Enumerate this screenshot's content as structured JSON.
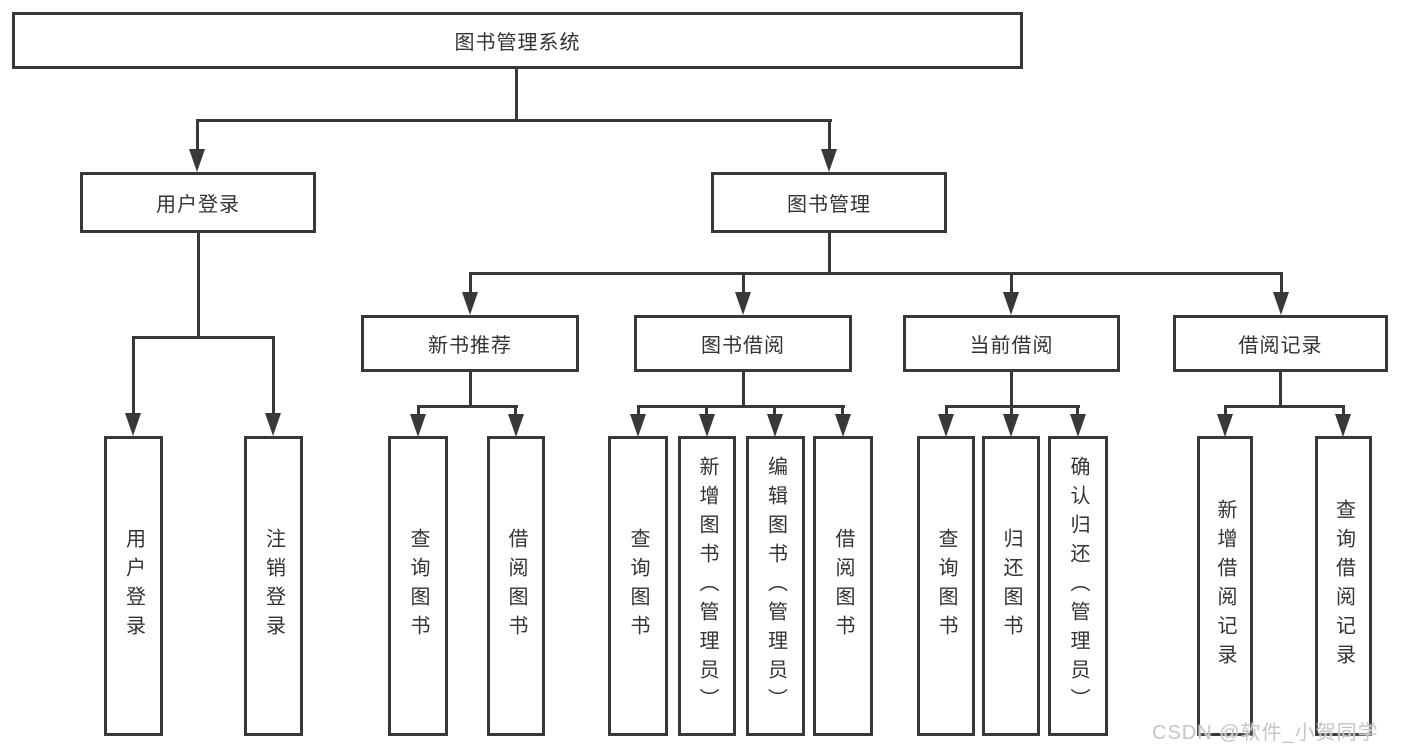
{
  "diagram": {
    "title": "图书管理系统",
    "level2": [
      {
        "id": "user-login",
        "label": "用户登录"
      },
      {
        "id": "book-management",
        "label": "图书管理"
      }
    ],
    "level3": [
      {
        "id": "new-book-recommendation",
        "label": "新书推荐"
      },
      {
        "id": "book-borrowing",
        "label": "图书借阅"
      },
      {
        "id": "current-borrowing",
        "label": "当前借阅"
      },
      {
        "id": "borrowing-records",
        "label": "借阅记录"
      }
    ],
    "leaves": {
      "user_login": [
        "用户登录",
        "注销登录"
      ],
      "new_book_recommendation": [
        "查询图书",
        "借阅图书"
      ],
      "book_borrowing": [
        "查询图书",
        "新增图书（管理员）",
        "编辑图书（管理员）",
        "借阅图书"
      ],
      "current_borrowing": [
        "查询图书",
        "归还图书",
        "确认归还（管理员）"
      ],
      "borrowing_records": [
        "新增借阅记录",
        "查询借阅记录"
      ]
    }
  },
  "watermark": "CSDN @软件_小贺同学",
  "colors": {
    "line": "#383838",
    "text": "#333333",
    "watermark": "#c5c5c5",
    "background": "#ffffff"
  }
}
